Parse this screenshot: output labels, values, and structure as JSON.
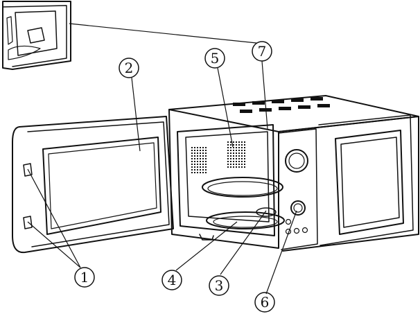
{
  "callouts": [
    {
      "id": "door-latch",
      "number": "1"
    },
    {
      "id": "door-window",
      "number": "2"
    },
    {
      "id": "turntable-support",
      "number": "3"
    },
    {
      "id": "roller-ring",
      "number": "4"
    },
    {
      "id": "glass-tray",
      "number": "5"
    },
    {
      "id": "control-panel",
      "number": "6"
    },
    {
      "id": "waveguide-cover",
      "number": "7"
    }
  ],
  "colors": {
    "ink": "#111111",
    "background": "#ffffff"
  }
}
